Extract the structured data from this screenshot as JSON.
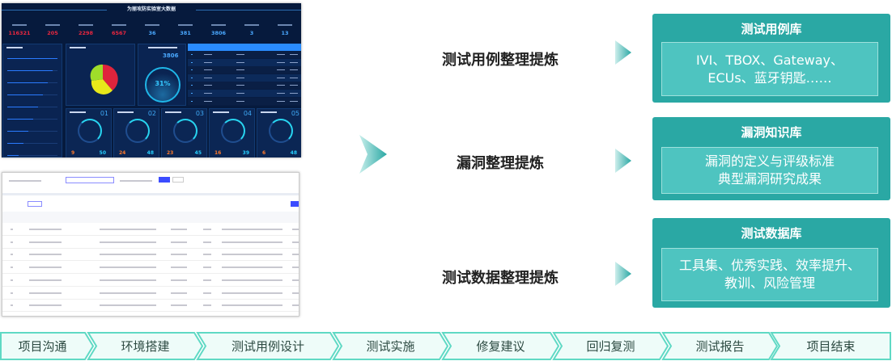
{
  "dashboard": {
    "title": "为丽攻防实验室大数据",
    "kpis": [
      {
        "value": "116321",
        "color": "#e8273f"
      },
      {
        "value": "205",
        "color": "#e8273f"
      },
      {
        "value": "2298",
        "color": "#e8273f"
      },
      {
        "value": "6567",
        "color": "#e8273f"
      },
      {
        "value": "36",
        "color": "#4aa8ff"
      },
      {
        "value": "381",
        "color": "#4aa8ff"
      },
      {
        "value": "3806",
        "color": "#4aa8ff"
      },
      {
        "value": "3",
        "color": "#4aa8ff"
      },
      {
        "value": "13",
        "color": "#4aa8ff"
      }
    ],
    "gauge": {
      "count": "3806",
      "percent": "31%",
      "fraction": 0.31
    },
    "cards": [
      {
        "no": "01",
        "a": "9",
        "b": "50"
      },
      {
        "no": "02",
        "a": "24",
        "b": "48"
      },
      {
        "no": "03",
        "a": "23",
        "b": "45"
      },
      {
        "no": "04",
        "a": "16",
        "b": "39"
      },
      {
        "no": "05",
        "a": "6",
        "b": "48"
      }
    ]
  },
  "middle": {
    "labels": [
      "测试用例整理提炼",
      "漏洞整理提炼",
      "测试数据整理提炼"
    ]
  },
  "boxes": [
    {
      "title": "测试用例库",
      "lines": [
        "IVI、TBOX、Gateway、",
        "ECUs、蓝牙钥匙……"
      ]
    },
    {
      "title": "漏洞知识库",
      "lines": [
        "漏洞的定义与评级标准",
        "典型漏洞研究成果"
      ]
    },
    {
      "title": "测试数据库",
      "lines": [
        "工具集、优秀实践、效率提升、",
        "教训、风险管理"
      ]
    }
  ],
  "pipeline": [
    "项目沟通",
    "环境搭建",
    "测试用例设计",
    "测试实施",
    "修复建议",
    "回归复测",
    "测试报告",
    "项目结束"
  ],
  "colors": {
    "teal": "#2aa8a4",
    "teal_light": "#4ec4c0",
    "chevron_fill": "#eefcf9",
    "chevron_stroke": "#5fd9c4"
  }
}
